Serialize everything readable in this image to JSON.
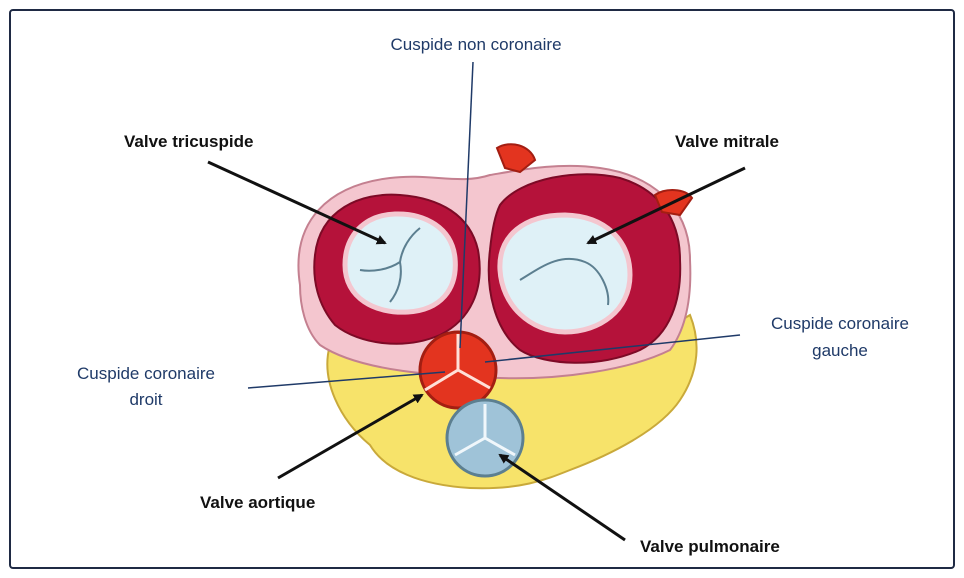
{
  "labels": {
    "cuspide_non_coronaire": "Cuspide non coronaire",
    "valve_tricuspide": "Valve tricuspide",
    "valve_mitrale": "Valve mitrale",
    "cuspide_coronaire_gauche_line1": "Cuspide coronaire",
    "cuspide_coronaire_gauche_line2": "gauche",
    "cuspide_coronaire_droit_line1": "Cuspide coronaire",
    "cuspide_coronaire_droit_line2": "droit",
    "valve_aortique": "Valve aortique",
    "valve_pulmonaire": "Valve pulmonaire"
  },
  "colors": {
    "frame": "#1f2a44",
    "bold_text": "#111111",
    "blue_text": "#1f3a68",
    "myocardium": "#b5123a",
    "pink_tissue": "#f4c6cf",
    "fat": "#f7e36a",
    "valve_light": "#dff1f7",
    "aorta": "#e3341f",
    "pulmonary": "#9fc3d8"
  }
}
